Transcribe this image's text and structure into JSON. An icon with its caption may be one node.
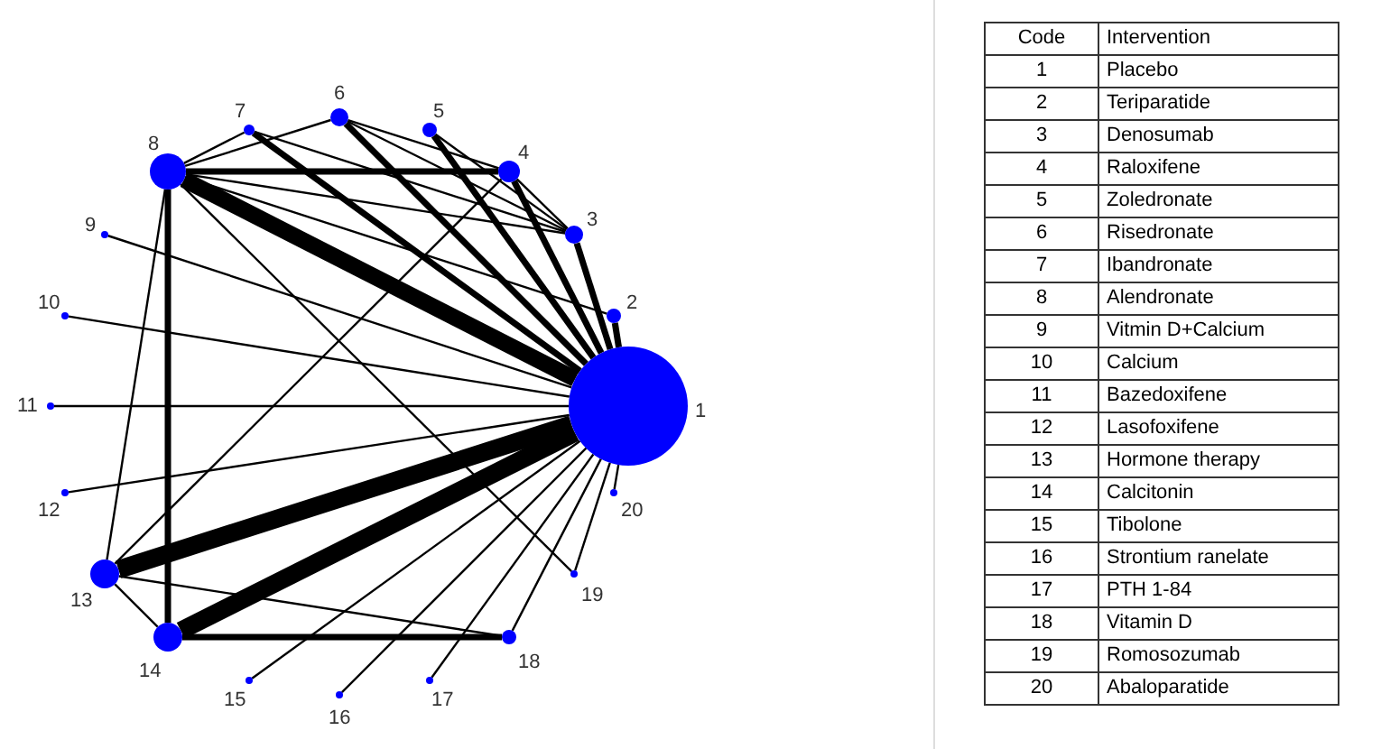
{
  "diagram": {
    "nodes": [
      {
        "text": [],
        "shape": "circle",
        "beside": [
          "1"
        ]
      },
      {
        "text": [],
        "shape": "circle",
        "beside": [
          "2"
        ]
      },
      {
        "text": [],
        "shape": "circle",
        "beside": [
          "3"
        ]
      },
      {
        "text": [],
        "shape": "circle",
        "beside": [
          "4"
        ]
      },
      {
        "text": [],
        "shape": "circle",
        "beside": [
          "5"
        ]
      },
      {
        "text": [],
        "shape": "circle",
        "beside": [
          "6"
        ]
      },
      {
        "text": [],
        "shape": "circle",
        "beside": [
          "7"
        ]
      },
      {
        "text": [],
        "shape": "circle",
        "beside": [
          "8"
        ]
      },
      {
        "text": [],
        "shape": "circle",
        "beside": [
          "9"
        ]
      },
      {
        "text": [],
        "shape": "circle",
        "beside": [
          "10"
        ]
      },
      {
        "text": [],
        "shape": "circle",
        "beside": [
          "11"
        ]
      },
      {
        "text": [],
        "shape": "circle",
        "beside": [
          "12"
        ]
      },
      {
        "text": [],
        "shape": "circle",
        "beside": [
          "13"
        ]
      },
      {
        "text": [],
        "shape": "circle",
        "beside": [
          "14"
        ]
      },
      {
        "text": [],
        "shape": "circle",
        "beside": [
          "15"
        ]
      },
      {
        "text": [],
        "shape": "circle",
        "beside": [
          "16"
        ]
      },
      {
        "text": [],
        "shape": "circle",
        "beside": [
          "17"
        ]
      },
      {
        "text": [],
        "shape": "circle",
        "beside": [
          "18"
        ]
      },
      {
        "text": [],
        "shape": "circle",
        "beside": [
          "19"
        ]
      },
      {
        "text": [],
        "shape": "circle",
        "beside": [
          "20"
        ]
      }
    ],
    "edges": [
      {
        "from": 0,
        "to": 1,
        "arrow": "none",
        "style": "thick"
      },
      {
        "from": 0,
        "to": 2,
        "arrow": "none",
        "style": "thick"
      },
      {
        "from": 0,
        "to": 3,
        "arrow": "none",
        "style": "thick"
      },
      {
        "from": 0,
        "to": 4,
        "arrow": "none",
        "style": "thick"
      },
      {
        "from": 0,
        "to": 5,
        "arrow": "none",
        "style": "thick"
      },
      {
        "from": 0,
        "to": 6,
        "arrow": "none",
        "style": "thick"
      },
      {
        "from": 0,
        "to": 7,
        "arrow": "none",
        "style": "thick"
      },
      {
        "from": 0,
        "to": 8,
        "arrow": "none"
      },
      {
        "from": 0,
        "to": 9,
        "arrow": "none"
      },
      {
        "from": 0,
        "to": 10,
        "arrow": "none"
      },
      {
        "from": 0,
        "to": 11,
        "arrow": "none"
      },
      {
        "from": 0,
        "to": 12,
        "arrow": "none",
        "style": "thick"
      },
      {
        "from": 0,
        "to": 13,
        "arrow": "none",
        "style": "thick"
      },
      {
        "from": 0,
        "to": 14,
        "arrow": "none"
      },
      {
        "from": 0,
        "to": 15,
        "arrow": "none"
      },
      {
        "from": 0,
        "to": 16,
        "arrow": "none"
      },
      {
        "from": 0,
        "to": 17,
        "arrow": "none"
      },
      {
        "from": 0,
        "to": 18,
        "arrow": "none"
      },
      {
        "from": 0,
        "to": 19,
        "arrow": "none"
      },
      {
        "from": 7,
        "to": 6,
        "arrow": "none"
      },
      {
        "from": 7,
        "to": 5,
        "arrow": "none"
      },
      {
        "from": 7,
        "to": 3,
        "arrow": "none",
        "style": "thick"
      },
      {
        "from": 7,
        "to": 2,
        "arrow": "none"
      },
      {
        "from": 7,
        "to": 1,
        "arrow": "none"
      },
      {
        "from": 7,
        "to": 13,
        "arrow": "none",
        "style": "thick"
      },
      {
        "from": 7,
        "to": 12,
        "arrow": "none"
      },
      {
        "from": 7,
        "to": 18,
        "arrow": "none"
      },
      {
        "from": 6,
        "to": 2,
        "arrow": "none"
      },
      {
        "from": 5,
        "to": 3,
        "arrow": "none"
      },
      {
        "from": 5,
        "to": 2,
        "arrow": "none"
      },
      {
        "from": 4,
        "to": 2,
        "arrow": "none"
      },
      {
        "from": 3,
        "to": 2,
        "arrow": "none"
      },
      {
        "from": 3,
        "to": 12,
        "arrow": "none"
      },
      {
        "from": 12,
        "to": 13,
        "arrow": "none"
      },
      {
        "from": 12,
        "to": 17,
        "arrow": "none"
      },
      {
        "from": 13,
        "to": 17,
        "arrow": "none",
        "style": "thick"
      }
    ],
    "labels": [
      "Code",
      "Intervention",
      "1",
      "Placebo",
      "2",
      "Teriparatide",
      "3",
      "Denosumab",
      "4",
      "Raloxifene",
      "5",
      "Zoledronate",
      "6",
      "Risedronate",
      "7",
      "Ibandronate",
      "8",
      "Alendronate",
      "9",
      "Vitmin D+Calcium",
      "10",
      "Calcium",
      "11",
      "Bazedoxifene",
      "12",
      "Lasofoxifene",
      "13",
      "Hormone therapy",
      "14",
      "Calcitonin",
      "15",
      "Tibolone",
      "16",
      "Strontium ranelate",
      "17",
      "PTH 1-84",
      "18",
      "Vitamin D",
      "19",
      "Romosozumab",
      "20",
      "Abaloparatide"
    ]
  }
}
